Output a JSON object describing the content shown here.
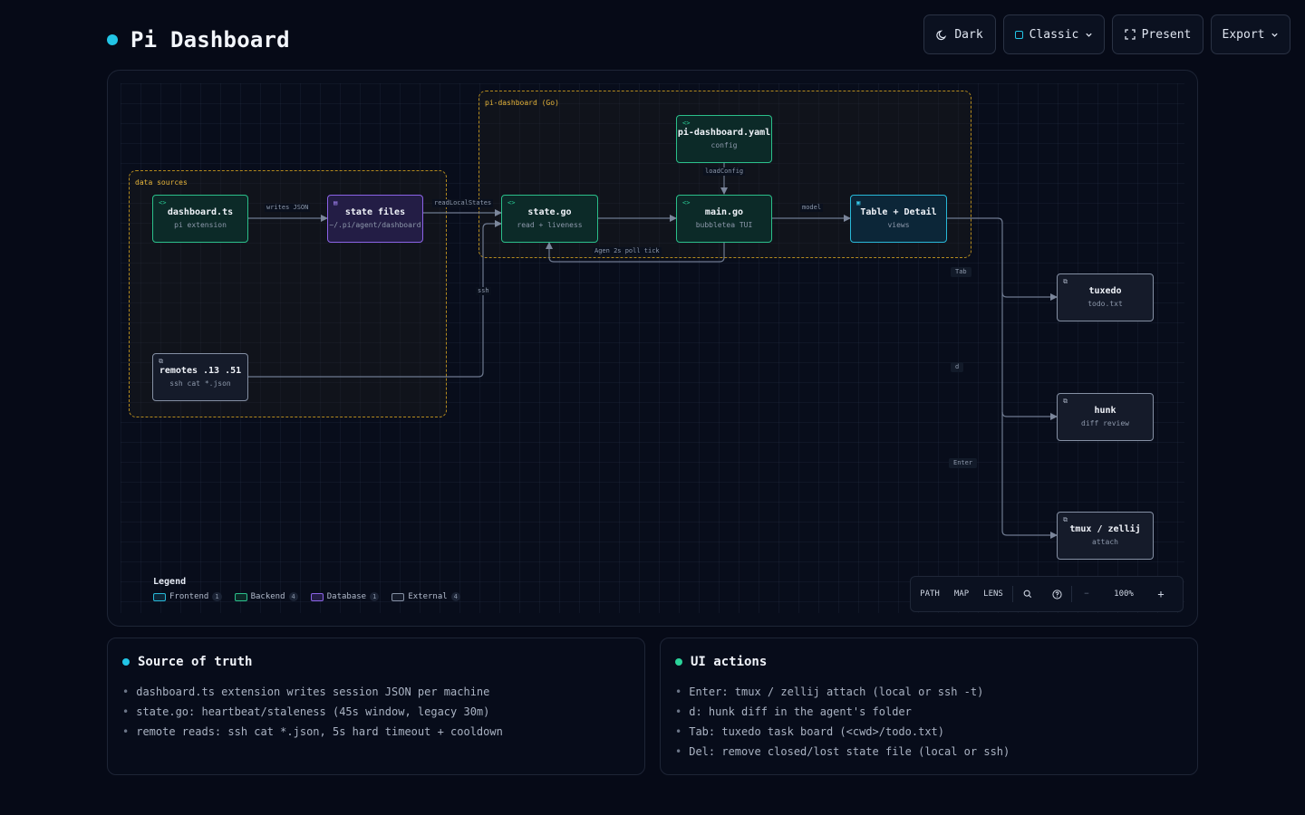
{
  "header": {
    "title": "Pi Dashboard"
  },
  "toolbar": {
    "dark_label": "Dark",
    "classic_label": "Classic",
    "present_label": "Present",
    "export_label": "Export"
  },
  "diagram": {
    "groups": {
      "data_sources": "data sources",
      "pi_dashboard": "pi-dashboard (Go)"
    },
    "nodes": {
      "dashboard_ts": {
        "title": "dashboard.ts",
        "sub": "pi extension",
        "kind": "backend"
      },
      "state_files": {
        "title": "state files",
        "sub": "~/.pi/agent/dashboard",
        "kind": "database"
      },
      "remotes": {
        "title": "remotes .13 .51",
        "sub": "ssh cat *.json",
        "kind": "external"
      },
      "state_go": {
        "title": "state.go",
        "sub": "read + liveness",
        "kind": "backend"
      },
      "config_yaml": {
        "title": "pi-dashboard.yaml",
        "sub": "config",
        "kind": "backend"
      },
      "main_go": {
        "title": "main.go",
        "sub": "bubbletea TUI",
        "kind": "backend"
      },
      "table_detail": {
        "title": "Table + Detail",
        "sub": "views",
        "kind": "frontend"
      },
      "tuxedo": {
        "title": "tuxedo",
        "sub": "todo.txt",
        "kind": "external"
      },
      "hunk": {
        "title": "hunk",
        "sub": "diff review",
        "kind": "external"
      },
      "tmux": {
        "title": "tmux / zellij",
        "sub": "attach",
        "kind": "external"
      }
    },
    "edges": {
      "writes_json": "writes JSON",
      "read_local_states": "readLocalStates",
      "ssh": "ssh",
      "load_config": "loadConfig",
      "model": "model",
      "poll_tick": "Agen 2s poll tick",
      "tab": "Tab",
      "d": "d",
      "enter": "Enter"
    }
  },
  "legend": {
    "title": "Legend",
    "items": [
      {
        "label": "Frontend",
        "count": "1",
        "color": "#28b8d8"
      },
      {
        "label": "Backend",
        "count": "4",
        "color": "#2bbf8a"
      },
      {
        "label": "Database",
        "count": "1",
        "color": "#8b63e6"
      },
      {
        "label": "External",
        "count": "4",
        "color": "#8590a4"
      }
    ]
  },
  "viewbar": {
    "path": "PATH",
    "map": "MAP",
    "lens": "LENS",
    "zoom_out": "−",
    "zoom": "100%",
    "zoom_in": "+"
  },
  "panels": {
    "source": {
      "title": "Source of truth",
      "items": [
        "dashboard.ts extension writes session JSON per machine",
        "state.go: heartbeat/staleness (45s window, legacy 30m)",
        "remote reads: ssh cat *.json, 5s hard timeout + cooldown"
      ]
    },
    "actions": {
      "title": "UI actions",
      "items": [
        "Enter: tmux / zellij attach (local or ssh -t)",
        "d: hunk diff in the agent's folder",
        "Tab: tuxedo task board (<cwd>/todo.txt)",
        "Del: remove closed/lost state file (local or ssh)"
      ]
    }
  },
  "colors": {
    "accent_cyan": "#22c5e6",
    "accent_green": "#2bd39a",
    "group_border": "#b48a1e",
    "background": "#060a17"
  }
}
